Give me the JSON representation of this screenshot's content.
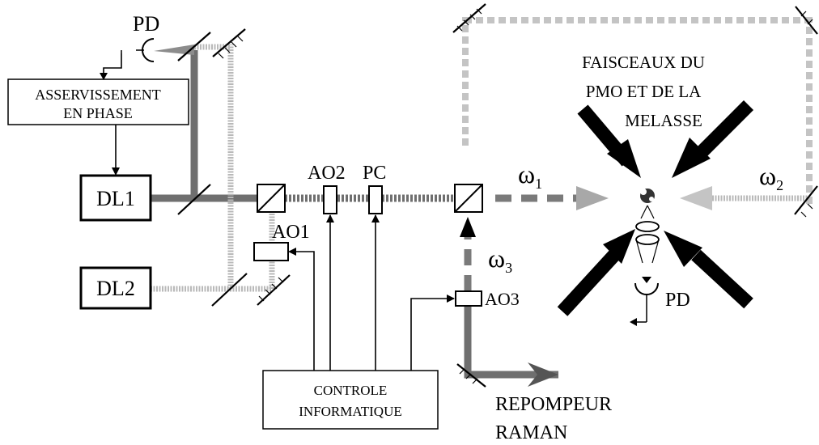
{
  "labels": {
    "pd_top": "PD",
    "pd_bottom": "PD",
    "lock_line1": "ASSERVISSEMENT",
    "lock_line2": "EN PHASE",
    "dl1": "DL1",
    "dl2": "DL2",
    "ao1": "AO1",
    "ao2": "AO2",
    "ao3": "AO3",
    "pc": "PC",
    "control_line1": "CONTROLE",
    "control_line2": "INFORMATIQUE",
    "mot_line1": "FAISCEAUX DU",
    "mot_line2": "PMO ET DE LA",
    "mot_line3": "MELASSE",
    "omega1": "ω",
    "omega1_sub": "1",
    "omega2": "ω",
    "omega2_sub": "2",
    "omega3": "ω",
    "omega3_sub": "3",
    "repump_line1": "REPOMPEUR",
    "repump_line2": "RAMAN"
  },
  "colors": {
    "dark_beam": "#6f6f6f",
    "light_beam": "#b9b9b9",
    "frame": "#c4c4c4"
  }
}
